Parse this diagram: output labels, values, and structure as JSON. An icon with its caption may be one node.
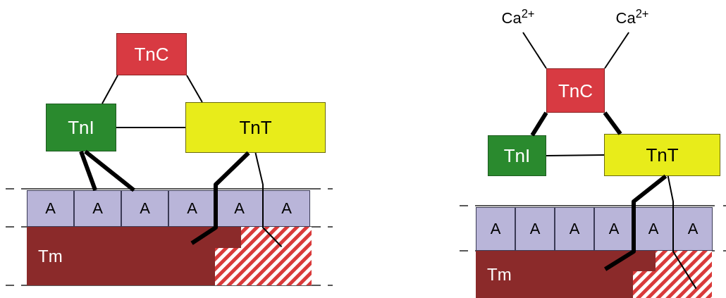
{
  "diagram": {
    "nodes": [
      {
        "text": [
          "TnC"
        ]
      },
      {
        "text": [
          "TnI"
        ]
      },
      {
        "text": [
          "TnT"
        ]
      },
      {
        "text": [
          "A"
        ]
      },
      {
        "text": [
          "A"
        ]
      },
      {
        "text": [
          "A"
        ]
      },
      {
        "text": [
          "A"
        ]
      },
      {
        "text": [
          "A"
        ]
      },
      {
        "text": [
          "A"
        ]
      },
      {
        "text": [
          "Tm"
        ]
      },
      {
        "text": [],
        "shape": "bar"
      },
      {
        "text": [
          "Ca$^{2+}$"
        ]
      },
      {
        "text": [
          "Ca$^{2+}$"
        ]
      },
      {
        "text": [
          "TnC"
        ]
      },
      {
        "text": [
          "TnI"
        ]
      },
      {
        "text": [
          "TnT"
        ]
      },
      {
        "text": [
          "A"
        ]
      },
      {
        "text": [
          "A"
        ]
      },
      {
        "text": [
          "A"
        ]
      },
      {
        "text": [
          "A"
        ]
      },
      {
        "text": [
          "A"
        ]
      },
      {
        "text": [
          "A"
        ]
      },
      {
        "text": [
          "Tm"
        ]
      },
      {
        "text": [],
        "shape": "bar"
      }
    ],
    "edges": [
      {
        "from": 0,
        "to": 1,
        "arrow": "none"
      },
      {
        "from": 0,
        "to": 2,
        "arrow": "none"
      },
      {
        "from": 1,
        "to": 2,
        "arrow": "none"
      },
      {
        "from": 1,
        "to": 4,
        "arrow": "none",
        "style": "thick"
      },
      {
        "from": 1,
        "to": 5,
        "arrow": "none",
        "style": "thick"
      },
      {
        "from": 2,
        "to": 9,
        "arrow": "none",
        "style": "thick"
      },
      {
        "from": 2,
        "to": 10,
        "arrow": "none"
      },
      {
        "from": 11,
        "to": 13,
        "arrow": "none"
      },
      {
        "from": 12,
        "to": 13,
        "arrow": "none"
      },
      {
        "from": 13,
        "to": 14,
        "arrow": "none",
        "style": "thick"
      },
      {
        "from": 13,
        "to": 15,
        "arrow": "none",
        "style": "thick"
      },
      {
        "from": 14,
        "to": 15,
        "arrow": "none"
      },
      {
        "from": 15,
        "to": 22,
        "arrow": "none",
        "style": "thick"
      },
      {
        "from": 15,
        "to": 23,
        "arrow": "none"
      }
    ]
  }
}
